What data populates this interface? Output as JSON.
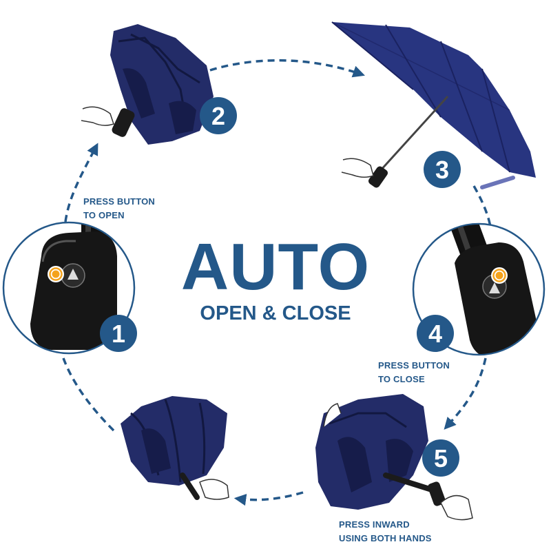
{
  "title": "AUTO",
  "subtitle": "OPEN & CLOSE",
  "steps": [
    "1",
    "2",
    "3",
    "4",
    "5"
  ],
  "notes": {
    "open": [
      "PRESS BUTTON",
      "TO OPEN"
    ],
    "close": [
      "PRESS BUTTON",
      "TO CLOSE"
    ],
    "inward": [
      "PRESS INWARD",
      "USING BOTH HANDS"
    ]
  },
  "colors": {
    "brand": "#245889",
    "umbrella_fabric": "#232c68",
    "handle": "#1b1b1b",
    "button_indicator": "#f4a21b",
    "background": "#ffffff"
  }
}
